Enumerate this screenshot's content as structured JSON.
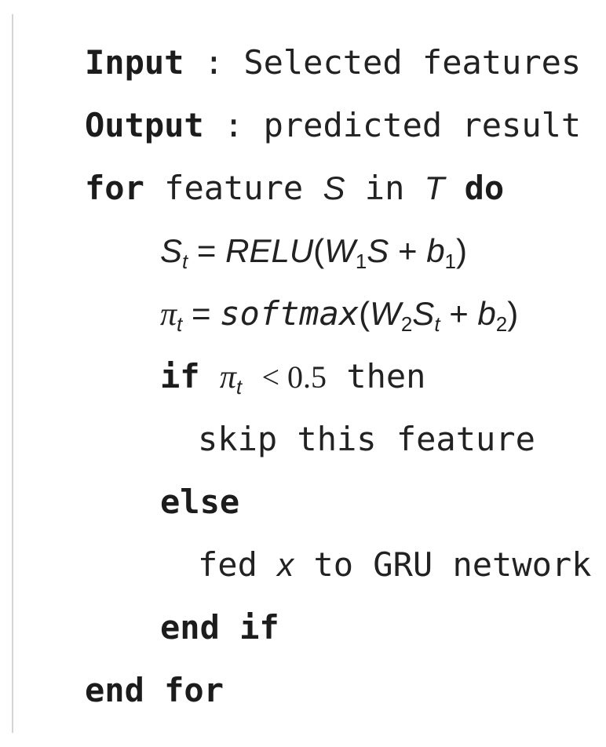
{
  "algorithm": {
    "input_keyword": "Input",
    "input_sep": ":",
    "input_text": "Selected features",
    "output_keyword": "Output",
    "output_sep": ":",
    "output_text": "predicted result",
    "for_keyword": "for",
    "for_text": "feature",
    "for_var_s": "S",
    "for_in": "in",
    "for_var_t": "T",
    "do_keyword": "do",
    "eq1_lhs": "S",
    "eq1_lhs_sub": "t",
    "eq1_eq": "=",
    "eq1_func": "RELU",
    "eq1_open": "(",
    "eq1_w": "W",
    "eq1_w_sub": "1",
    "eq1_s": "S",
    "eq1_plus": "+",
    "eq1_b": "b",
    "eq1_b_sub": "1",
    "eq1_close": ")",
    "eq2_lhs": "π",
    "eq2_lhs_sub": "t",
    "eq2_eq": "=",
    "eq2_func": "softmax",
    "eq2_open": "(",
    "eq2_w": "W",
    "eq2_w_sub": "2",
    "eq2_s": "S",
    "eq2_s_sub": "t",
    "eq2_plus": "+",
    "eq2_b": "b",
    "eq2_b_sub": "2",
    "eq2_close": ")",
    "if_keyword": "if",
    "if_var": "π",
    "if_var_sub": "t",
    "if_cond": "< 0.5",
    "then_text": "then",
    "skip_text": "skip this feature",
    "else_keyword": "else",
    "fed_text_1": "fed",
    "fed_var": "x",
    "fed_text_2": "to GRU network",
    "endif_keyword": "end if",
    "endfor_keyword": "end for"
  }
}
